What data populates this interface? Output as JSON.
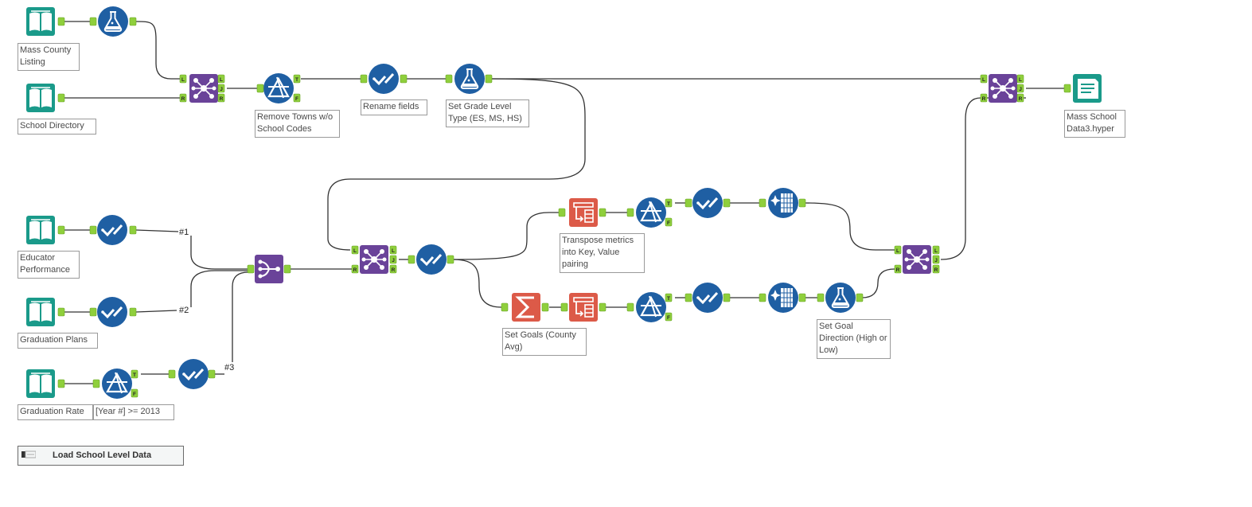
{
  "colors": {
    "teal": "#1a9a8a",
    "blue": "#1f5fa3",
    "purple": "#6a4399",
    "orange": "#dc5a48",
    "anchor": "#8fcf3c",
    "wire": "#333333"
  },
  "tools": [
    {
      "id": "in-county",
      "kind": "input",
      "icon": "book-icon"
    },
    {
      "id": "formula-1",
      "kind": "formula",
      "icon": "flask-icon"
    },
    {
      "id": "in-directory",
      "kind": "input",
      "icon": "book-icon"
    },
    {
      "id": "join-1",
      "kind": "join",
      "icon": "join-icon"
    },
    {
      "id": "filter-1",
      "kind": "filter",
      "icon": "filter-icon"
    },
    {
      "id": "select-1",
      "kind": "select",
      "icon": "check-icon"
    },
    {
      "id": "formula-2",
      "kind": "formula",
      "icon": "flask-icon"
    },
    {
      "id": "join-final",
      "kind": "join",
      "icon": "join-icon"
    },
    {
      "id": "out-hyper",
      "kind": "output",
      "icon": "output-book-icon"
    },
    {
      "id": "in-educator",
      "kind": "input",
      "icon": "book-icon"
    },
    {
      "id": "select-edu",
      "kind": "select",
      "icon": "check-icon"
    },
    {
      "id": "in-plans",
      "kind": "input",
      "icon": "book-icon"
    },
    {
      "id": "select-plans",
      "kind": "select",
      "icon": "check-icon"
    },
    {
      "id": "in-rate",
      "kind": "input",
      "icon": "book-icon"
    },
    {
      "id": "filter-rate",
      "kind": "filter",
      "icon": "filter-icon"
    },
    {
      "id": "select-rate",
      "kind": "select",
      "icon": "check-icon"
    },
    {
      "id": "union",
      "kind": "union",
      "icon": "union-icon"
    },
    {
      "id": "join-2",
      "kind": "join",
      "icon": "join-icon"
    },
    {
      "id": "select-2",
      "kind": "select",
      "icon": "check-icon"
    },
    {
      "id": "transpose-1",
      "kind": "transpose",
      "icon": "transpose-icon"
    },
    {
      "id": "filter-t1",
      "kind": "filter",
      "icon": "filter-icon"
    },
    {
      "id": "select-t1",
      "kind": "select",
      "icon": "check-icon"
    },
    {
      "id": "cleanse-1",
      "kind": "cleanse",
      "icon": "cleanse-icon"
    },
    {
      "id": "summarize",
      "kind": "summarize",
      "icon": "sigma-icon"
    },
    {
      "id": "transpose-2",
      "kind": "transpose",
      "icon": "transpose-icon"
    },
    {
      "id": "filter-t2",
      "kind": "filter",
      "icon": "filter-icon"
    },
    {
      "id": "select-t2",
      "kind": "select",
      "icon": "check-icon"
    },
    {
      "id": "cleanse-2",
      "kind": "cleanse",
      "icon": "cleanse-icon"
    },
    {
      "id": "formula-3",
      "kind": "formula",
      "icon": "flask-icon"
    },
    {
      "id": "join-3",
      "kind": "join",
      "icon": "join-icon"
    }
  ],
  "labels": {
    "mass_county": "Mass County Listing",
    "school_directory": "School Directory",
    "remove_towns": "Remove Towns w/o School Codes",
    "rename_fields": "Rename fields",
    "set_grade": "Set Grade Level Type (ES, MS, HS)",
    "mass_school_out": "Mass School Data3.hyper",
    "educator": "Educator Performance",
    "grad_plans": "Graduation Plans",
    "grad_rate": "Graduation Rate",
    "year_filter": "[Year #] >= 2013",
    "transpose_metrics": "Transpose metrics into Key, Value pairing",
    "set_goals": "Set Goals (County Avg)",
    "set_goal_direction": "Set Goal Direction (High or Low)"
  },
  "union_inputs": [
    "#1",
    "#2",
    "#3"
  ],
  "join_anchors": [
    "L",
    "R",
    "J"
  ],
  "filter_anchors": [
    "T",
    "F"
  ],
  "container": {
    "title": "Load School Level Data"
  }
}
